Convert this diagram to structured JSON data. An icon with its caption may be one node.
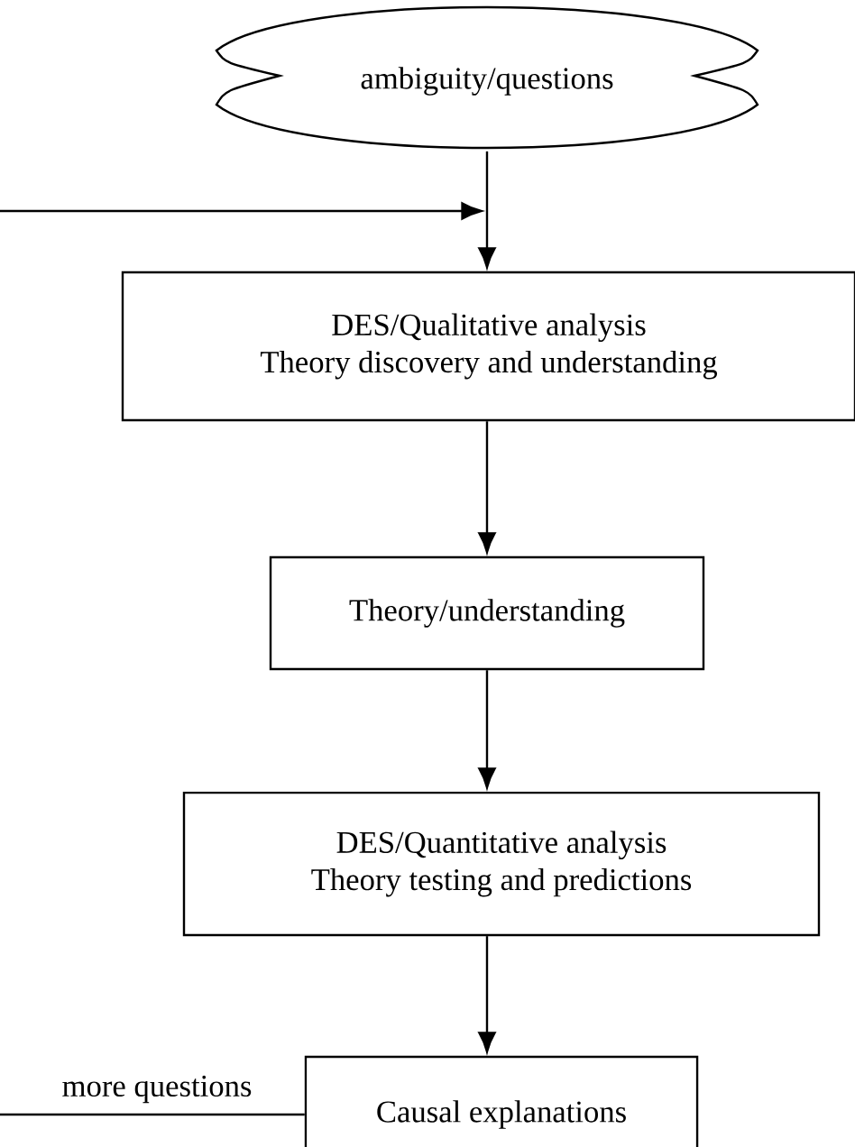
{
  "diagram": {
    "nodes": [
      {
        "text": [
          "ambiguity/questions"
        ]
      },
      {
        "text": [
          "DES/Qualitative analysis",
          "Theory discovery and understanding"
        ]
      },
      {
        "text": [
          "Theory/understanding"
        ]
      },
      {
        "text": [
          "DES/Quantitative analysis",
          "Theory testing and predictions"
        ]
      },
      {
        "text": [
          "Causal explanations"
        ]
      }
    ],
    "edges": [
      {
        "from": 0,
        "to": 1,
        "arrow": "to"
      },
      {
        "from": 1,
        "to": 2,
        "arrow": "to"
      },
      {
        "from": 2,
        "to": 3,
        "arrow": "to"
      },
      {
        "from": 3,
        "to": 4,
        "arrow": "to"
      },
      {
        "from": 4,
        "to": 1,
        "arrow": "to",
        "label": "more questions"
      }
    ]
  }
}
